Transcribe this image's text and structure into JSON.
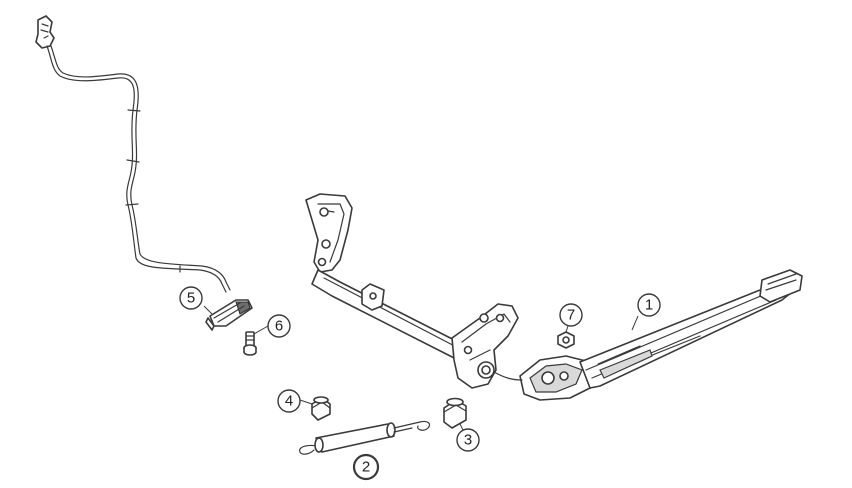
{
  "colors": {
    "line": "#3a3a3a",
    "highlight": "#e8761e",
    "background": "#ffffff"
  },
  "callouts": [
    {
      "id": "side-stand",
      "label": "1",
      "highlighted": false
    },
    {
      "id": "spring",
      "label": "2",
      "highlighted": true
    },
    {
      "id": "stopper-right",
      "label": "3",
      "highlighted": false
    },
    {
      "id": "stopper-left",
      "label": "4",
      "highlighted": false
    },
    {
      "id": "side-stand-switch",
      "label": "5",
      "highlighted": false
    },
    {
      "id": "switch-screw",
      "label": "6",
      "highlighted": false
    },
    {
      "id": "nut",
      "label": "7",
      "highlighted": false
    }
  ]
}
